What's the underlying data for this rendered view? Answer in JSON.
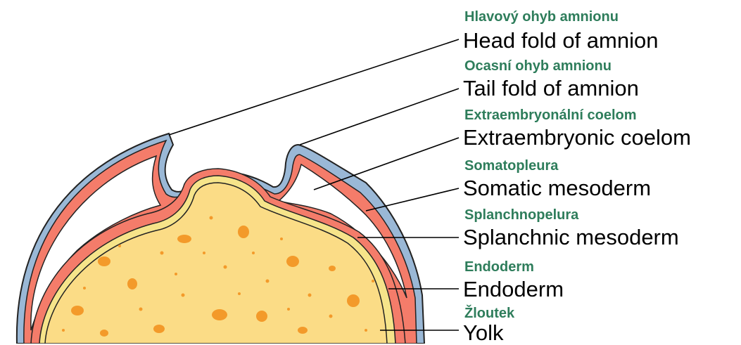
{
  "labels": [
    {
      "id": "head-fold",
      "czech": "Hlavový ohyb amnionu",
      "english": "Head fold of amnion"
    },
    {
      "id": "tail-fold",
      "czech": "Ocasní ohyb amnionu",
      "english": "Tail fold of amnion"
    },
    {
      "id": "extraembryonic-coelom",
      "czech": "Extraembryonální coelom",
      "english": "Extraembryonic coelom"
    },
    {
      "id": "somatic-mesoderm",
      "czech": "Somatopleura",
      "english": "Somatic mesoderm"
    },
    {
      "id": "splanchnic-mesoderm",
      "czech": "Splanchnopelura",
      "english": "Splanchnic mesoderm"
    },
    {
      "id": "endoderm",
      "czech": "Endoderm",
      "english": "Endoderm"
    },
    {
      "id": "yolk",
      "czech": "Žloutek",
      "english": "Yolk"
    }
  ],
  "colors": {
    "czech_label": "#2e7d5b",
    "english_label": "#000000",
    "ectoderm_blue": "#9ab8d6",
    "mesoderm_red": "#f47c6a",
    "yolk_fill": "#fbdc86",
    "yolk_ring": "#f6e48a",
    "yolk_spots": "#f39a2a"
  }
}
